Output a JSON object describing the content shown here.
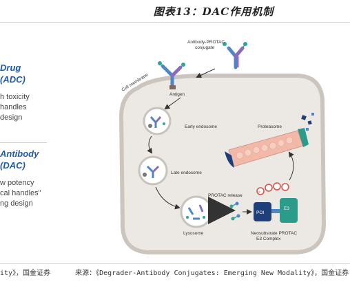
{
  "title": "图表13：DAC作用机制",
  "left_panel": {
    "adc": {
      "heading_line1": "Drug",
      "heading_line2": "(ADC)",
      "text_line1": "h toxicity",
      "text_line2": "handles",
      "text_line3": "design"
    },
    "dac": {
      "heading_line1": "Antibody",
      "heading_line2": "(DAC)",
      "text_line1": "w potency",
      "text_line2": "cal handles\"",
      "text_line3": "ng design"
    }
  },
  "diagram": {
    "labels": {
      "conjugate": "Antibody-PROTAC",
      "conjugate2": "conjugate",
      "membrane": "Cell membrane",
      "antigen": "Antigen",
      "early": "Early endosome",
      "late": "Late endosome",
      "release": "PROTAC release",
      "lysosome": "Lysosome",
      "proteasome": "Proteasome",
      "complex1": "Neosubstrate PROTAC",
      "complex2": "E3 Complex",
      "poi": "POI",
      "e3": "E3",
      "ub": "Ub"
    },
    "colors": {
      "cell_fill": "#ece8e3",
      "membrane": "#c9c4bd",
      "antibody_blue": "#4f86c6",
      "antibody_purple": "#8a6bbf",
      "teal": "#2aa79b",
      "proteasome": "#f2b8a8",
      "poi_navy": "#1f3f7a",
      "e3_green": "#2b9c8a",
      "ub_red": "#d4504a"
    }
  },
  "footer": {
    "source_left": "ity》，国金证券",
    "source_right": "来源：《Degrader-Antibody Conjugates: Emerging New Modality》，国金证券"
  }
}
